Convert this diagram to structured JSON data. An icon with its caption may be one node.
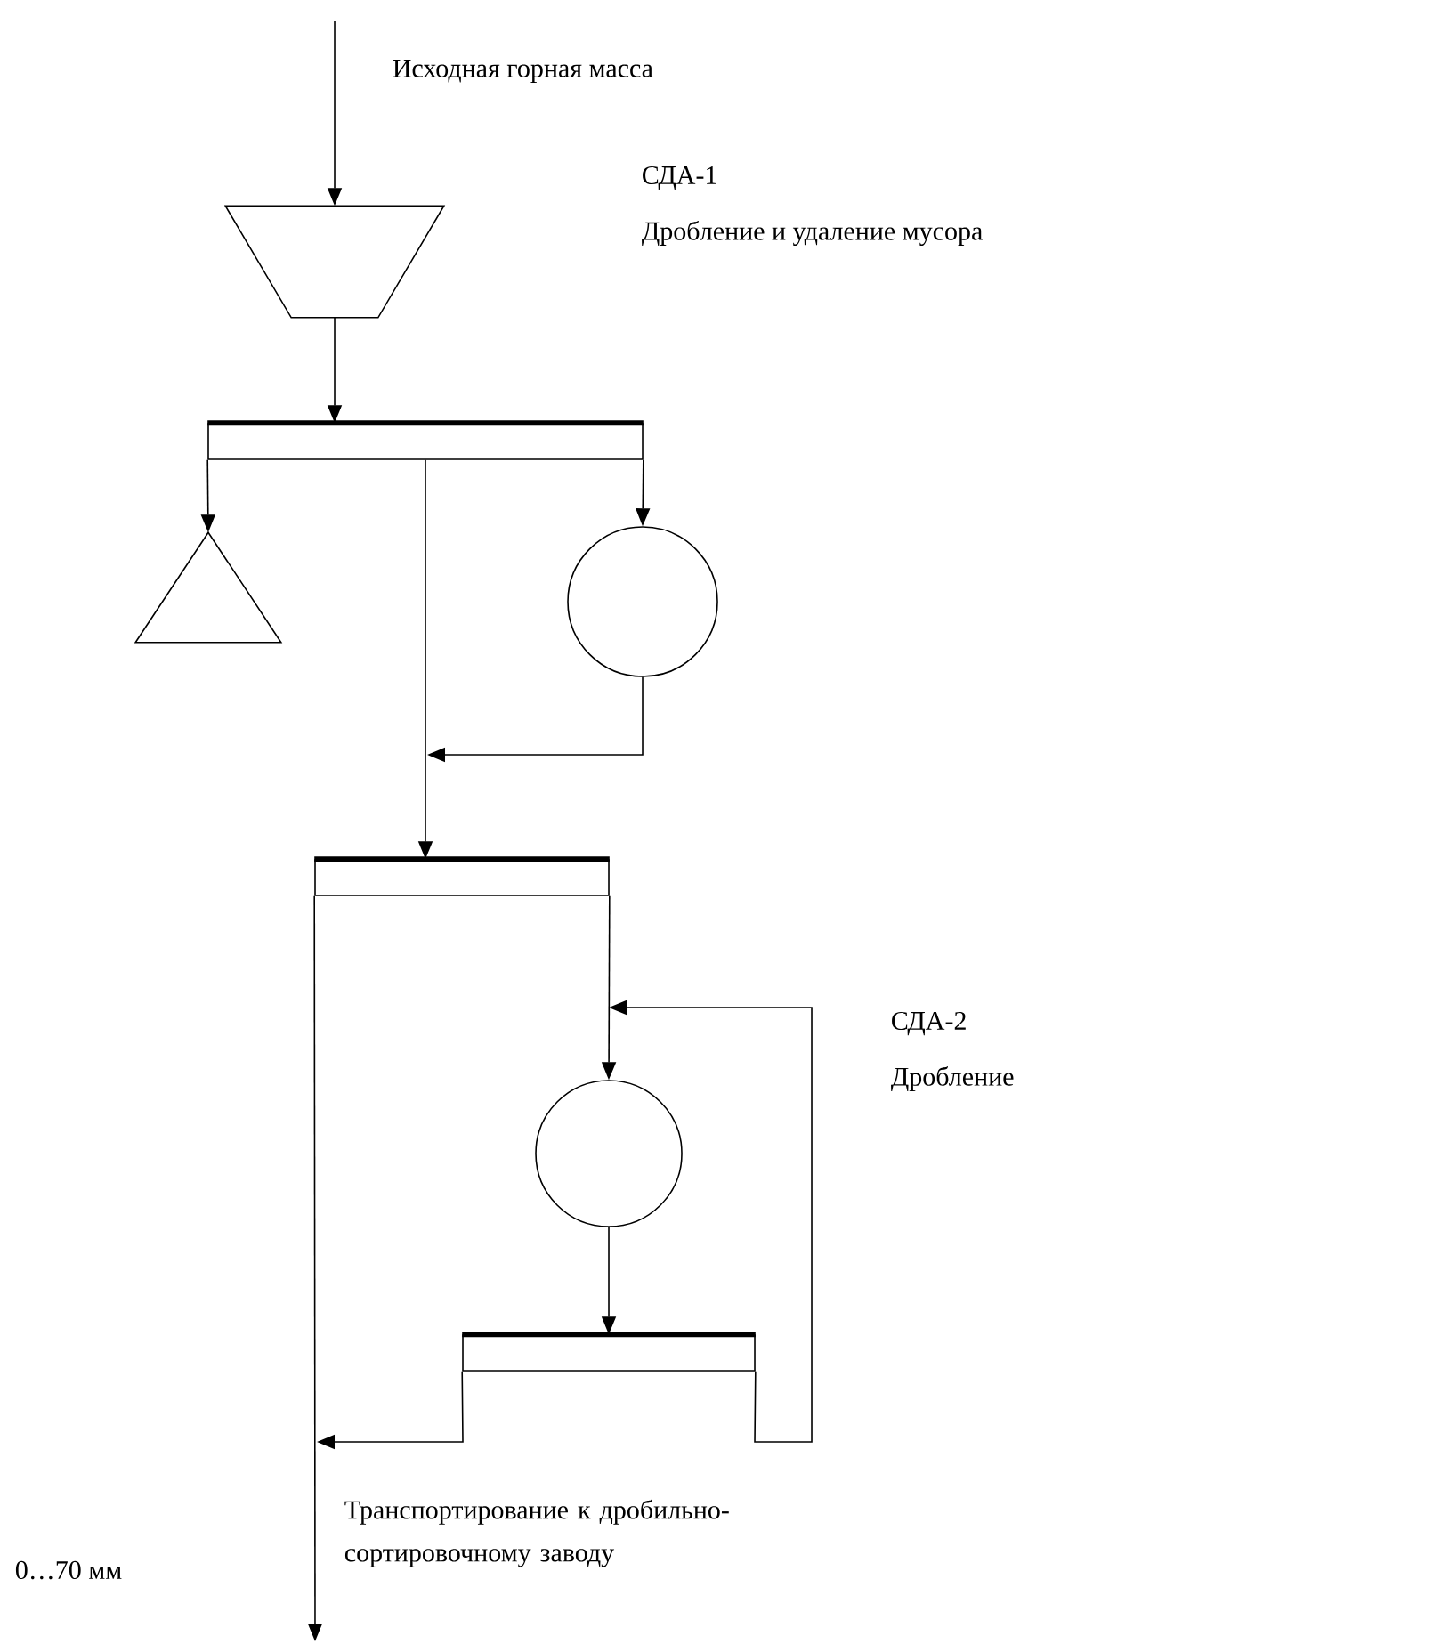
{
  "diagram": {
    "nodes": [
      {
        "text": [],
        "shape": "trapezoid",
        "beside": [
          "СДА-1",
          "Дробление и удаление мусора"
        ]
      },
      {
        "text": [],
        "shape": "bar"
      },
      {
        "text": [],
        "shape": "triangle"
      },
      {
        "text": [],
        "shape": "circle"
      },
      {
        "text": [],
        "shape": "bar"
      },
      {
        "text": [],
        "shape": "circle",
        "beside": [
          "СДА-2",
          "Дробление"
        ]
      },
      {
        "text": [],
        "shape": "bar"
      }
    ],
    "edges": [
      {
        "from": null,
        "to": 0,
        "arrow": "to"
      },
      {
        "from": 0,
        "to": 1,
        "arrow": "to"
      },
      {
        "from": 1,
        "to": 2,
        "arrow": "to"
      },
      {
        "from": 1,
        "to": 3,
        "arrow": "to"
      },
      {
        "from": 1,
        "to": 4,
        "arrow": "to"
      },
      {
        "from": 3,
        "to": 4,
        "arrow": "to"
      },
      {
        "from": 4,
        "to": 5,
        "arrow": "to"
      },
      {
        "from": 5,
        "to": 6,
        "arrow": "to"
      },
      {
        "from": 6,
        "to": 5,
        "arrow": "to"
      },
      {
        "from": 6,
        "to": null,
        "arrow": "to"
      },
      {
        "from": 4,
        "to": null,
        "arrow": "to"
      }
    ],
    "labels": [
      "Исходная горная масса",
      "0…70 мм",
      "Транспортирование к дробильно-сортировочному заводу"
    ]
  }
}
